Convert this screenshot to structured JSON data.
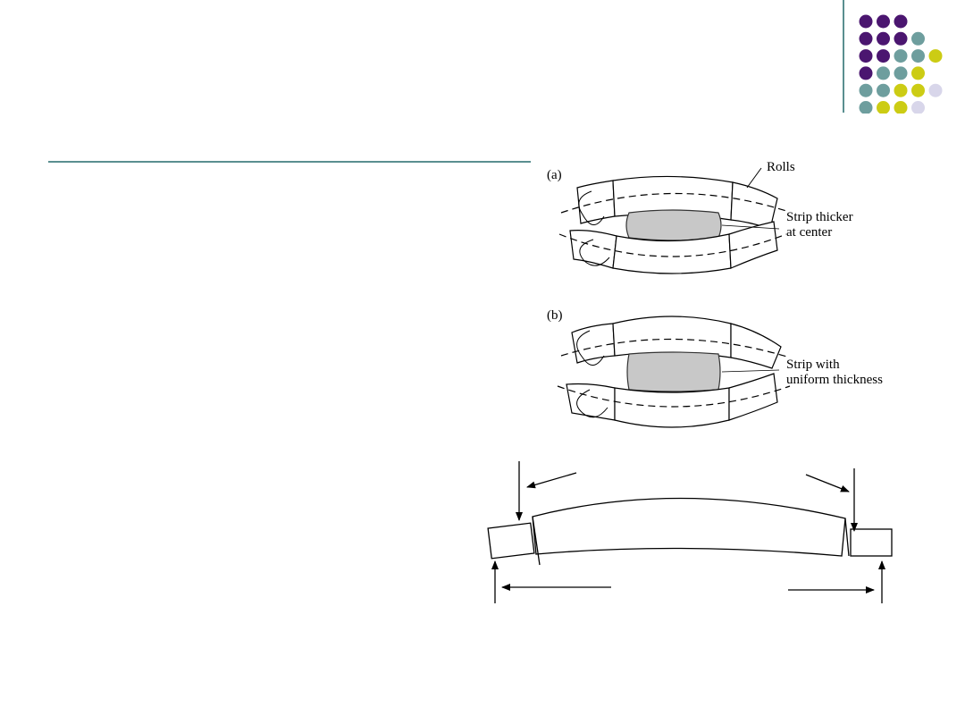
{
  "slide": {
    "accent_colors": {
      "purple": "#4b1670",
      "teal": "#6e9e9e",
      "yellow": "#cccc14",
      "lavender": "#d8d6ea",
      "rule": "#5a8f90"
    }
  },
  "figure_top": {
    "panel_a": {
      "tag": "(a)",
      "rolls_label": "Rolls",
      "strip_label_line1": "Strip thicker",
      "strip_label_line2": "at center"
    },
    "panel_b": {
      "tag": "(b)",
      "strip_label_line1": "Strip with",
      "strip_label_line2": "uniform thickness"
    }
  },
  "figure_bottom": {
    "description_icons": [
      "arrow-icon"
    ]
  }
}
